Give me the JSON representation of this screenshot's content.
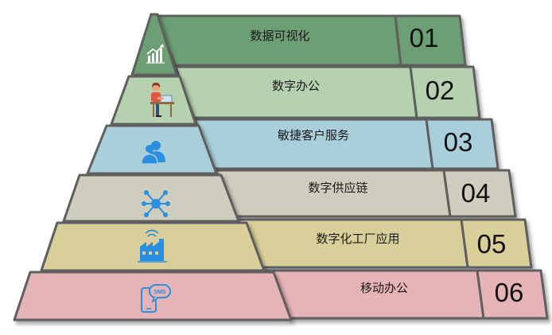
{
  "tiers": [
    {
      "label": "数据可视化",
      "number": "01",
      "fill": "#6d9f74",
      "band": "#6d9f74",
      "icon": "chart-icon"
    },
    {
      "label": "数字办公",
      "number": "02",
      "fill": "#b5d1b0",
      "band": "#b5d1b0",
      "icon": "person-desk-icon"
    },
    {
      "label": "敏捷客户服务",
      "number": "03",
      "fill": "#a9cfda",
      "band": "#a9cfda",
      "icon": "users-icon"
    },
    {
      "label": "数字供应链",
      "number": "04",
      "fill": "#cfcdbe",
      "band": "#cfcdbe",
      "icon": "network-icon"
    },
    {
      "label": "数字化工厂应用",
      "number": "05",
      "fill": "#d9cf9a",
      "band": "#d9cf9a",
      "icon": "factory-icon"
    },
    {
      "label": "移动办公",
      "number": "06",
      "fill": "#e6b4b6",
      "band": "#e6b4b6",
      "icon": "sms-phone-icon"
    }
  ],
  "colors": {
    "border": "#5e5e5e",
    "icon": "#2a8fe0"
  }
}
